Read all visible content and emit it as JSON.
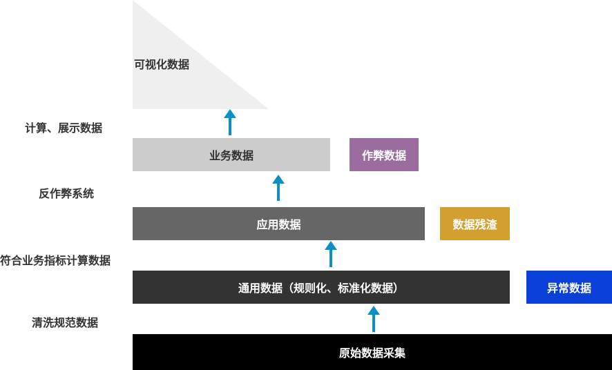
{
  "visualization": {
    "label": "可视化数据",
    "fill": "#efefef"
  },
  "layers": [
    {
      "key": "business",
      "label": "业务数据",
      "bg": "#cccccc",
      "fg": "#333333"
    },
    {
      "key": "application",
      "label": "应用数据",
      "bg": "#666666",
      "fg": "#ffffff"
    },
    {
      "key": "common",
      "label": "通用数据（规则化、标准化数据）",
      "bg": "#333333",
      "fg": "#ffffff"
    },
    {
      "key": "raw",
      "label": "原始数据采集",
      "bg": "#000000",
      "fg": "#ffffff"
    }
  ],
  "side_boxes": [
    {
      "key": "cheat",
      "label": "作弊数据",
      "bg": "#9b6d9f",
      "fg": "#ffffff"
    },
    {
      "key": "residue",
      "label": "数据残渣",
      "bg": "#d1a02f",
      "fg": "#ffffff"
    },
    {
      "key": "abnormal",
      "label": "异常数据",
      "bg": "#0a3fd8",
      "fg": "#ffffff"
    }
  ],
  "step_labels": [
    "计算、展示数据",
    "反作弊系统",
    "符合业务指标计算数据",
    "清洗规范数据"
  ],
  "arrow_color": "#0b8fc9"
}
